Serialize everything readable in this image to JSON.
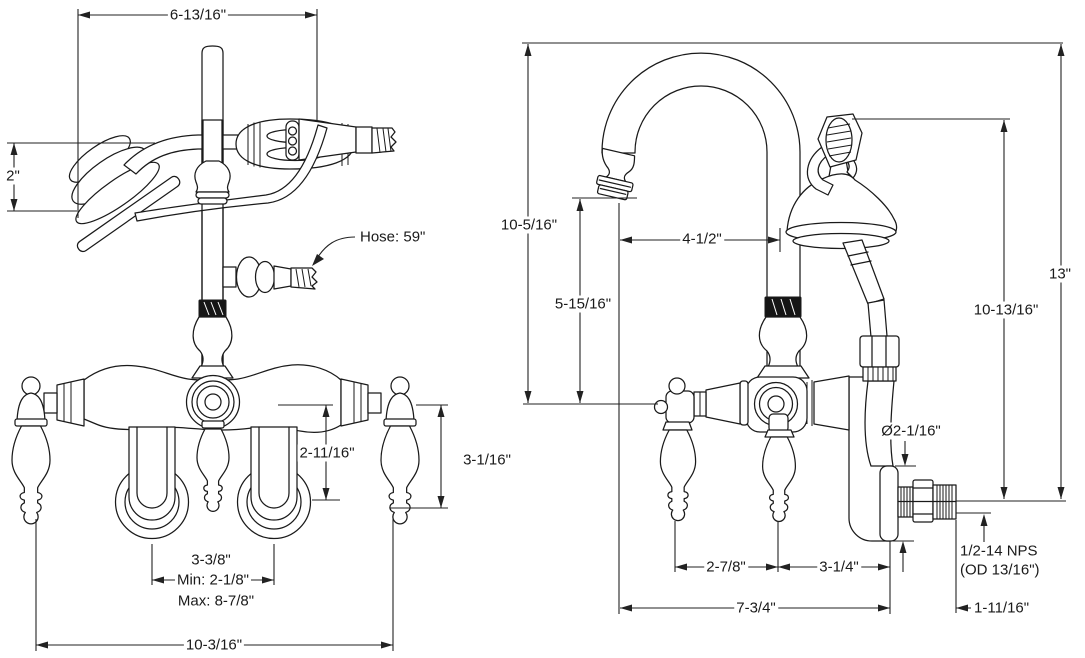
{
  "page": {
    "background": "#ffffff",
    "ink_color": "#1a1a1a",
    "dimension_color": "#222222"
  },
  "drawing": {
    "kind": "technical dimension drawing",
    "subject": "wall-mount clawfoot tub faucet with gooseneck spout and hand shower",
    "views": {
      "front": "front view (left)",
      "side": "side view (right)"
    }
  },
  "labels": {
    "width_top": "6-13/16\"",
    "head_depth": "2\"",
    "hose": "Hose: 59\"",
    "spout_drop": "2-11/16\"",
    "handle_drop": "3-1/16\"",
    "spout_centers": "3-3/8\"",
    "centers_min": "Min: 2-1/8\"",
    "centers_max": "Max: 8-7/8\"",
    "overall_width": "10-3/16\"",
    "spout_height": "10-5/16\"",
    "outlet_height": "5-15/16\"",
    "spout_reach": "4-1/2\"",
    "overall_height": "13\"",
    "handshower_height": "10-13/16\"",
    "flange_diameter": "Ø2-1/16\"",
    "thread_spec": "1/2-14 NPS",
    "thread_od": "(OD 13/16\")",
    "handle_to_center": "2-7/8\"",
    "center_to_wall": "3-1/4\"",
    "overall_depth": "7-3/4\"",
    "nipple_length": "1-11/16\""
  }
}
